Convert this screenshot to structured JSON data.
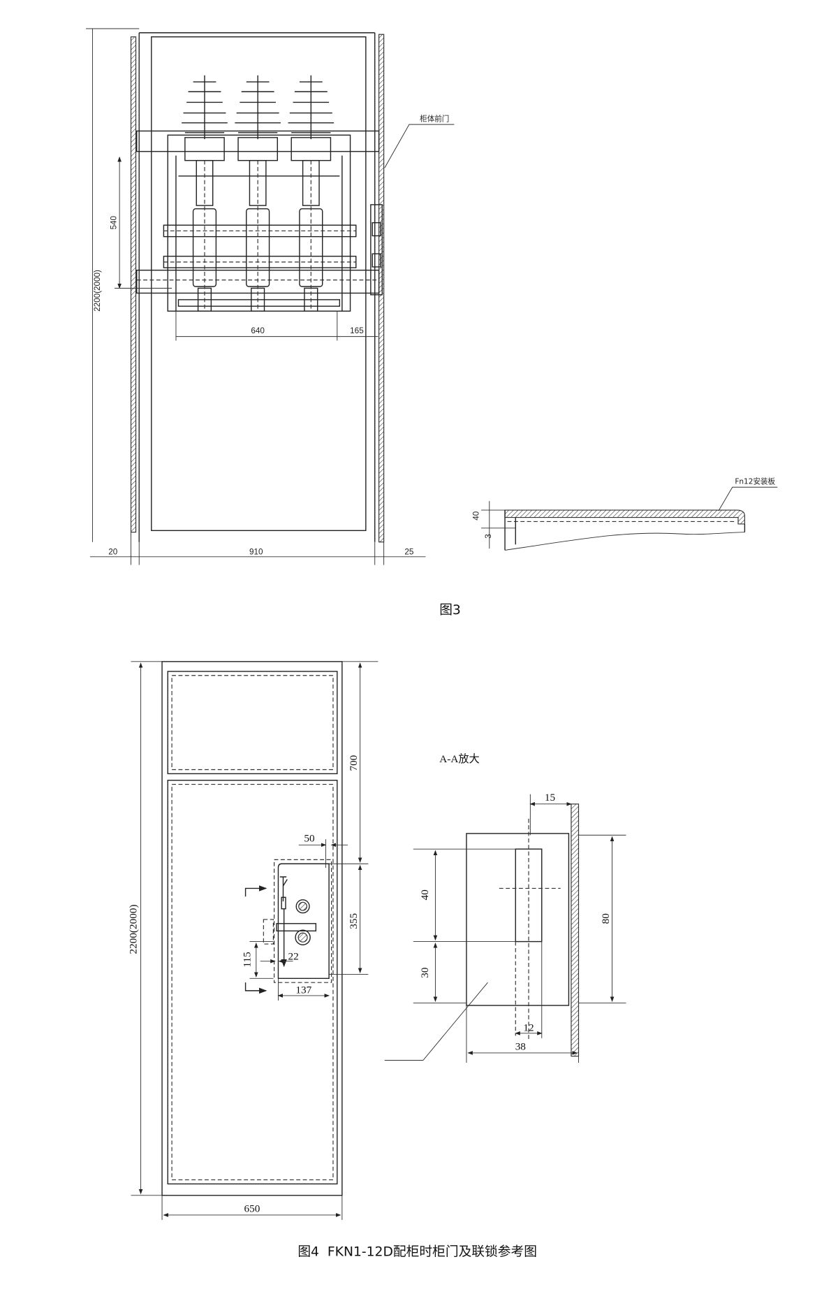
{
  "figure3": {
    "caption": "图3",
    "callout_door": "柜体前门",
    "callout_plate": "Fn12安装板",
    "dims": {
      "height": "2200(2000)",
      "d540": "540",
      "d640": "640",
      "d165": "165",
      "d20": "20",
      "d910": "910",
      "d25": "25",
      "d40": "40",
      "d3": "3"
    }
  },
  "figure4": {
    "caption": "图4  FKN1-12D配柜时柜门及联锁参考图",
    "section_label": "A-A放大",
    "dims": {
      "height": "2200(2000)",
      "d700": "700",
      "d50": "50",
      "d355": "355",
      "d115": "115",
      "d22": "22",
      "d137": "137",
      "d650": "650",
      "d15": "15",
      "d40": "40",
      "d30": "30",
      "d80": "80",
      "d12": "12",
      "d38": "38"
    }
  }
}
